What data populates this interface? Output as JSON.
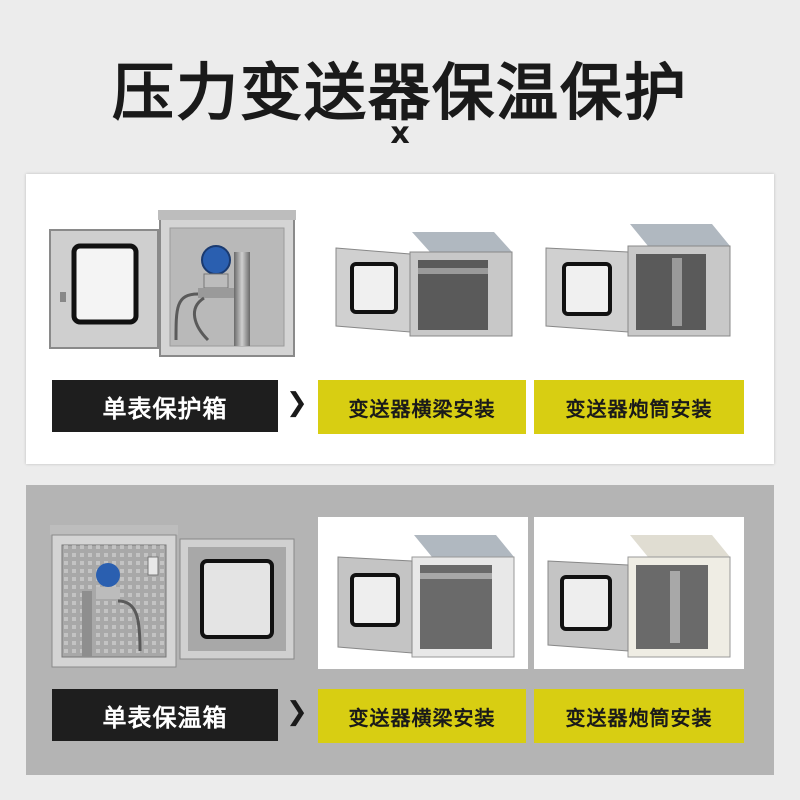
{
  "title": "压力变送器保温保护",
  "subtitle": "x",
  "sections": [
    {
      "box_label": "单表保护箱",
      "options": [
        "变送器横梁安装",
        "变送器炮筒安装"
      ]
    },
    {
      "box_label": "单表保温箱",
      "options": [
        "变送器横梁安装",
        "变送器炮筒安装"
      ]
    }
  ],
  "colors": {
    "accent_yellow": "#d8ce12",
    "dark_label": "#1e1e1e",
    "title": "#1a1a1a"
  }
}
